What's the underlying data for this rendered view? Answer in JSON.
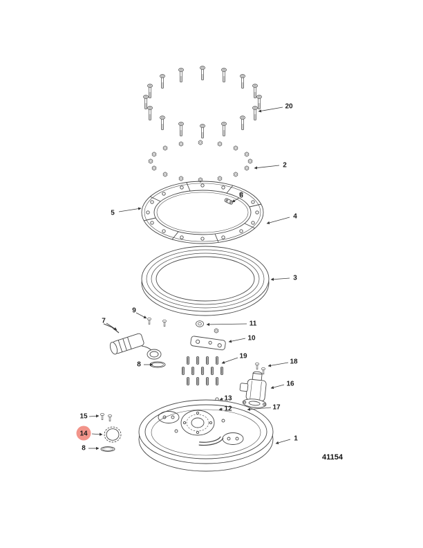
{
  "diagram": {
    "number": "41154",
    "ink_color": "#474747",
    "highlight": {
      "callout": "14",
      "fill": "#f2948a",
      "text_color": "#8a1f1b"
    },
    "callouts": {
      "c1": "1",
      "c2": "2",
      "c3": "3",
      "c4": "4",
      "c5": "5",
      "c6": "6",
      "c7": "7",
      "c8a": "8",
      "c8b": "8",
      "c9": "9",
      "c10": "10",
      "c11": "11",
      "c12": "12",
      "c13": "13",
      "c14": "14",
      "c15": "15",
      "c16": "16",
      "c17": "17",
      "c18": "18",
      "c19": "19",
      "c20": "20"
    }
  }
}
